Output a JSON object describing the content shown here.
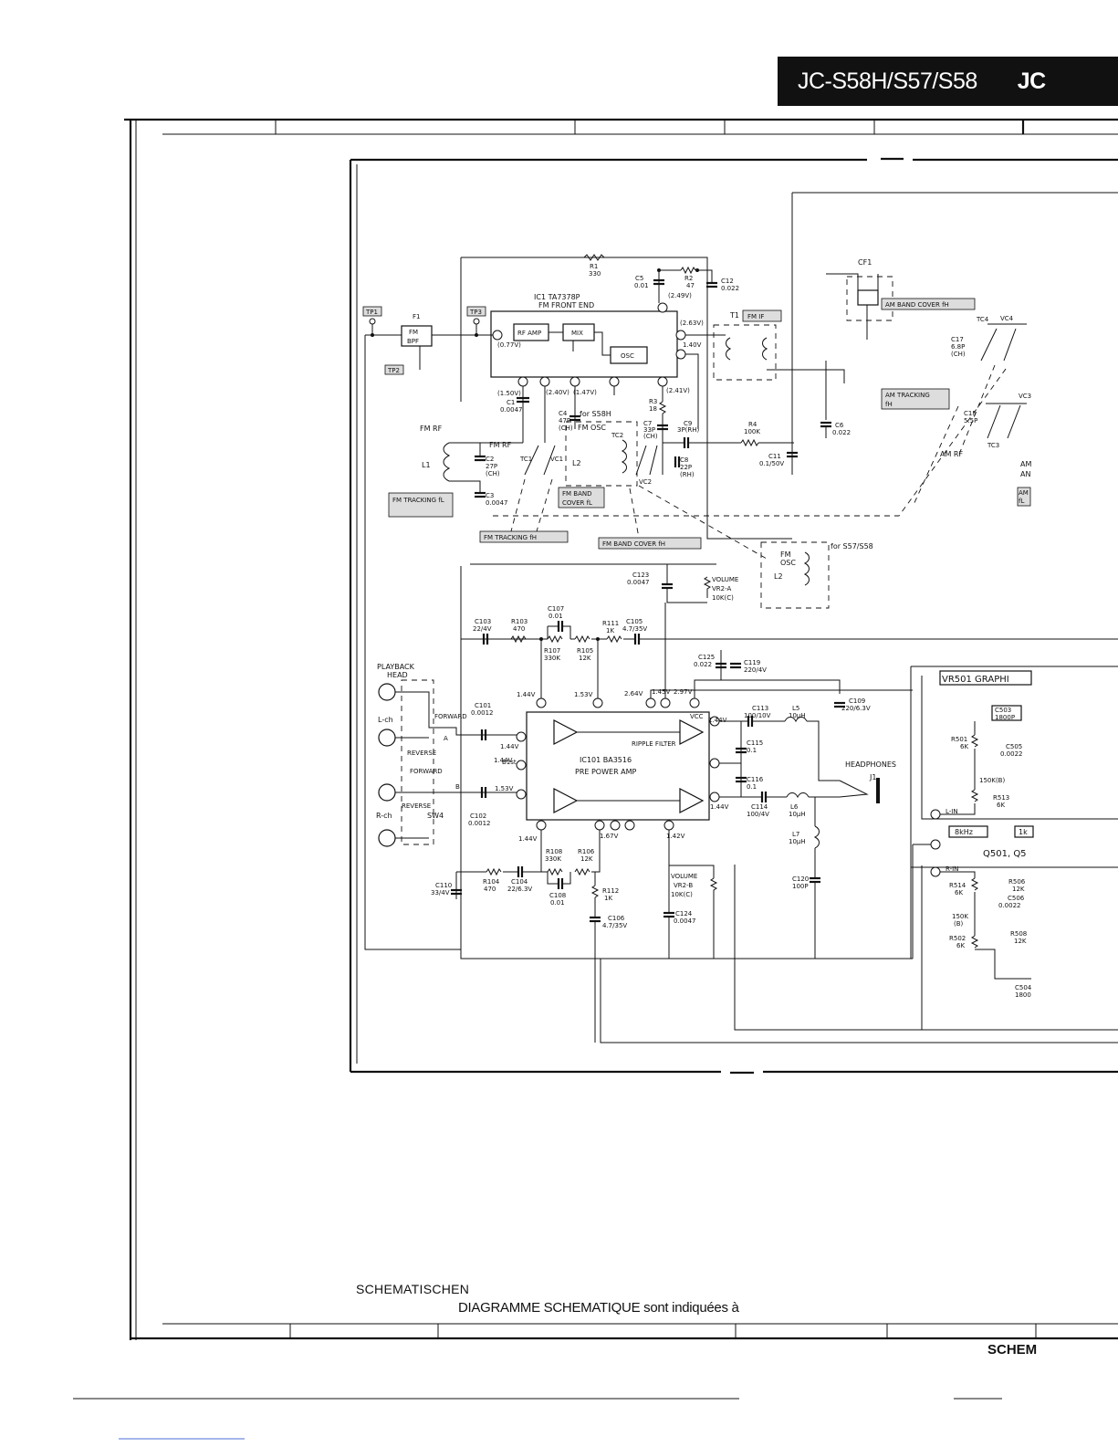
{
  "header": {
    "model": "JC-S58H/S57/S58",
    "model_cut": "JC"
  },
  "footer": {
    "line1": "SCHEMATISCHEN",
    "line2": "DIAGRAMME SCHEMATIQUE sont indiquées à",
    "corner": "SCHEM"
  },
  "fm_section": {
    "ic1_ref": "IC1  TA7378P",
    "ic1_title": "FM  FRONT  END",
    "rf_amp": "RF AMP",
    "mix": "MIX",
    "osc": "OSC",
    "fm_bpf_ref": "F1",
    "fm_bpf": [
      "FM",
      "BPF"
    ],
    "tp1": "TP1",
    "tp2": "TP2",
    "tp3": "TP3",
    "fm_rf_left": "FM  RF",
    "fm_rf_inner": "FM  RF",
    "l1": "L1",
    "l2": "L2",
    "fm_osc": "FM  OSC",
    "for_s58h": "for  S58H",
    "t1": "T1",
    "fm_if": "FM IF",
    "cf1": "CF1",
    "tc1": "TC1",
    "vc1": "VC1",
    "tc2": "TC2",
    "vc2": "VC2",
    "tags": {
      "fm_tracking_fl": "FM TRACKING fL",
      "fm_tracking_fh": "FM TRACKING fH",
      "fm_band_cover_fl": [
        "FM BAND",
        "COVER  fL"
      ],
      "fm_band_cover_fh": "FM BAND COVER fH"
    },
    "for_s57_s58": "for  S57/S58",
    "fm_osc_alt": [
      "FM",
      "OSC"
    ],
    "l2_alt": "L2",
    "voltages": {
      "p1": "(0.77V)",
      "p2": "(1.50V)",
      "p3": "(2.40V)",
      "p4": "(1.47V)",
      "p6": "(2.63V)",
      "p7": "1.40V",
      "p8": "(2.41V)",
      "p9": "(2.49V)"
    },
    "parts": {
      "r1": [
        "R1",
        "330"
      ],
      "c5": [
        "C5",
        "0.01"
      ],
      "r2": [
        "R2",
        "47"
      ],
      "c12": [
        "C12",
        "0.022"
      ],
      "c1": [
        "C1",
        "0.0047"
      ],
      "c4": [
        "C4",
        "47P",
        "(CH)"
      ],
      "r3": [
        "R3",
        "18"
      ],
      "c7": [
        "C7",
        "33P",
        "(CH)"
      ],
      "c9": [
        "C9",
        "3P(RH)"
      ],
      "c8": [
        "C8",
        "22P",
        "(RH)"
      ],
      "r4": [
        "R4",
        "100K"
      ],
      "c11": [
        "C11",
        "0.1/50V"
      ],
      "c6": [
        "C6",
        "0.022"
      ],
      "c2": [
        "C2",
        "27P",
        "(CH)"
      ],
      "c3": [
        "C3",
        "0.0047"
      ]
    }
  },
  "am_section": {
    "am_band_cover_fh": "AM BAND COVER fH",
    "am_tracking_fh": [
      "AM TRACKING",
      "fH"
    ],
    "tc4": "TC4",
    "vc4": "VC4",
    "vc3": "VC3",
    "tc3": "TC3",
    "c17": [
      "C17",
      "6.8P",
      "(CH)"
    ],
    "c15": [
      "C15",
      "5.5P"
    ],
    "am_rf": "AM  RF",
    "am_cut1": "AM",
    "am_cut2": "AN",
    "am_tag_cut": "AM",
    "fl_cut": "fL"
  },
  "audio_section": {
    "ic101_ref": "IC101  BA3516",
    "ic101_title": "PRE  POWER  AMP",
    "ripple_filter": "RIPPLE  FILTER",
    "vcc": "VCC",
    "b1st": "B1st",
    "playback_head": [
      "PLAYBACK",
      "HEAD"
    ],
    "l_ch": "L-ch",
    "r_ch": "R-ch",
    "forward": "FORWARD",
    "reverse": "REVERSE",
    "sw4": "SW4",
    "a": "A",
    "b": "B",
    "volume_a": [
      "VOLUME",
      "VR2-A",
      "10K(C)"
    ],
    "volume_b": [
      "VOLUME",
      "VR2-B",
      "10K(C)"
    ],
    "headphones": "HEADPHONES",
    "j1": "J1",
    "voltages": {
      "p3": "1.44V",
      "p4": "1.53V",
      "p7": "2.64V",
      "p5": "1.45V",
      "p9": "2.97V",
      "p2": "1.44V",
      "p16": "1.44V",
      "p15": "1.53V",
      "p14": "1.44V",
      "p10": "1.67V",
      "p12": "1.42V",
      "p6": "1.44V",
      "p11": "1.44V"
    },
    "parts": {
      "c123": [
        "C123",
        "0.0047"
      ],
      "c103": [
        "C103",
        "22/4V"
      ],
      "r103": [
        "R103",
        "470"
      ],
      "c107": [
        "C107",
        "0.01"
      ],
      "r107": [
        "R107",
        "330K"
      ],
      "r105": [
        "R105",
        "12K"
      ],
      "r111": [
        "R111",
        "1K"
      ],
      "c105": [
        "C105",
        "4.7/35V"
      ],
      "c125": [
        "C125",
        "0.022"
      ],
      "c119": [
        "C119",
        "220/4V"
      ],
      "c109": [
        "C109",
        "220/6.3V"
      ],
      "c101": [
        "C101",
        "0.0012"
      ],
      "c102": [
        "C102",
        "0.0012"
      ],
      "c113": [
        "C113",
        "100/10V"
      ],
      "l5": [
        "L5",
        "10μH"
      ],
      "c115": [
        "C115",
        "0.1"
      ],
      "c116": [
        "C116",
        "0.1"
      ],
      "c114": [
        "C114",
        "100/4V"
      ],
      "l6": [
        "L6",
        "10μH"
      ],
      "l7": [
        "L7",
        "10μH"
      ],
      "c120": [
        "C120",
        "100P"
      ],
      "c110": [
        "C110",
        "33/4V"
      ],
      "r104": [
        "R104",
        "470"
      ],
      "c104": [
        "C104",
        "22/6.3V"
      ],
      "r108": [
        "R108",
        "330K"
      ],
      "r106": [
        "R106",
        "12K"
      ],
      "c108": [
        "C108",
        "0.01"
      ],
      "r112": [
        "R112",
        "1K"
      ],
      "c106": [
        "C106",
        "4.7/35V"
      ],
      "c124": [
        "C124",
        "0.0047"
      ]
    }
  },
  "eq_section": {
    "vr501": "VR501  GRAPHI",
    "c503": [
      "C503",
      "1800P"
    ],
    "r501": [
      "R501",
      "6K"
    ],
    "c505": [
      "C505",
      "0.0022"
    ],
    "r150k": "150K(B)",
    "r513": [
      "R513",
      "6K"
    ],
    "l_in": "L-IN",
    "r_in": "R-IN",
    "f8k": "8kHz",
    "f1k": "1k",
    "q501": "Q501, Q5",
    "r514": [
      "R514",
      "6K"
    ],
    "r506": [
      "R506",
      "12K"
    ],
    "c506": [
      "C506",
      "0.0022"
    ],
    "r150k_b": [
      "150K",
      "(B)"
    ],
    "r502": [
      "R502",
      "6K"
    ],
    "r508": [
      "R508",
      "12K"
    ],
    "c504": [
      "C504",
      "1800"
    ]
  }
}
